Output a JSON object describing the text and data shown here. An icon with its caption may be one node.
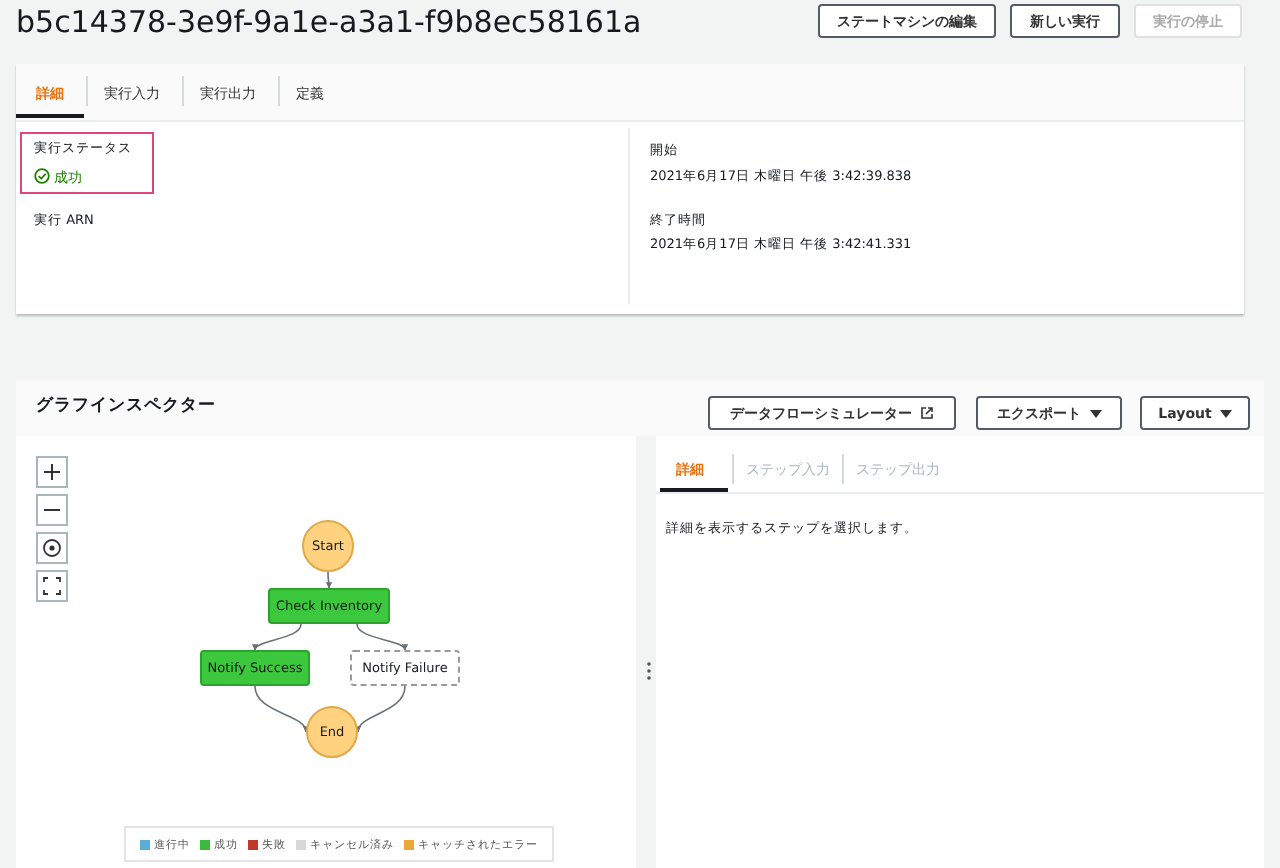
{
  "diagram": {
    "title": "b5c14378-3e9f-9a1e-a3a1-f9b8ec58161a",
    "nodes": [
      {
        "text": [
          "Start"
        ]
      },
      {
        "text": [
          "Check Inventory"
        ]
      },
      {
        "text": [
          "Notify Success"
        ]
      },
      {
        "text": [
          "Notify Failure"
        ]
      },
      {
        "text": [
          "End"
        ]
      }
    ],
    "edges": [
      {
        "from": 0,
        "to": 1,
        "arrow": "to"
      },
      {
        "from": 1,
        "to": 2,
        "arrow": "to"
      },
      {
        "from": 1,
        "to": 3,
        "arrow": "to"
      },
      {
        "from": 2,
        "to": 4,
        "arrow": "to"
      },
      {
        "from": 3,
        "to": 4,
        "arrow": "to"
      }
    ],
    "labels": [
      "ステートマシンの編集",
      "新しい実行",
      "実行の停止",
      "詳細",
      "実行入力",
      "実行出力",
      "定義",
      "実行ステータス",
      "成功",
      "実行 ARN",
      "開始",
      "2021年6月17日 木曜日 午後 3:42:39.838",
      "終了時間",
      "2021年6月17日 木曜日 午後 3:42:41.331",
      "グラフインスペクター",
      "データフローシミュレーター",
      "エクスポート",
      "Layout",
      "詳細",
      "ステップ入力",
      "ステップ出力",
      "詳細を表示するステップを選択します。"
    ],
    "legend": [
      {
        "text": "進行中",
        "color": "#5aafd8"
      },
      {
        "text": "成功",
        "color": "#3cb83c"
      },
      {
        "text": "失敗",
        "color": "#c0392b"
      },
      {
        "text": "キャンセル済み",
        "color": "#d8d8d8"
      },
      {
        "text": "キャッチされたエラー",
        "color": "#eea63a"
      }
    ]
  }
}
